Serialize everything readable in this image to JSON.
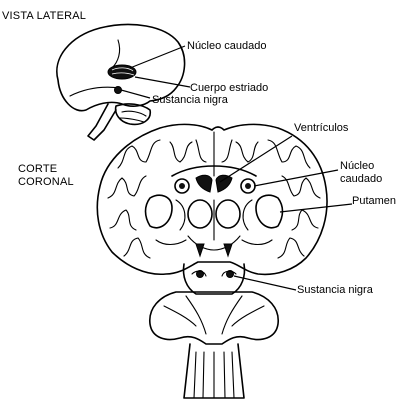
{
  "headings": {
    "lateral": "VISTA LATERAL",
    "coronal_line1": "CORTE",
    "coronal_line2": "CORONAL"
  },
  "labels": {
    "nucleo_caudado_lateral": "Núcleo caudado",
    "cuerpo_estriado": "Cuerpo estriado",
    "sustancia_nigra_lateral": "Sustancia nigra",
    "ventriculos": "Ventrículos",
    "nucleo_caudado_coronal_line1": "Núcleo",
    "nucleo_caudado_coronal_line2": "caudado",
    "putamen": "Putamen",
    "sustancia_nigra_coronal": "Sustancia nigra"
  }
}
